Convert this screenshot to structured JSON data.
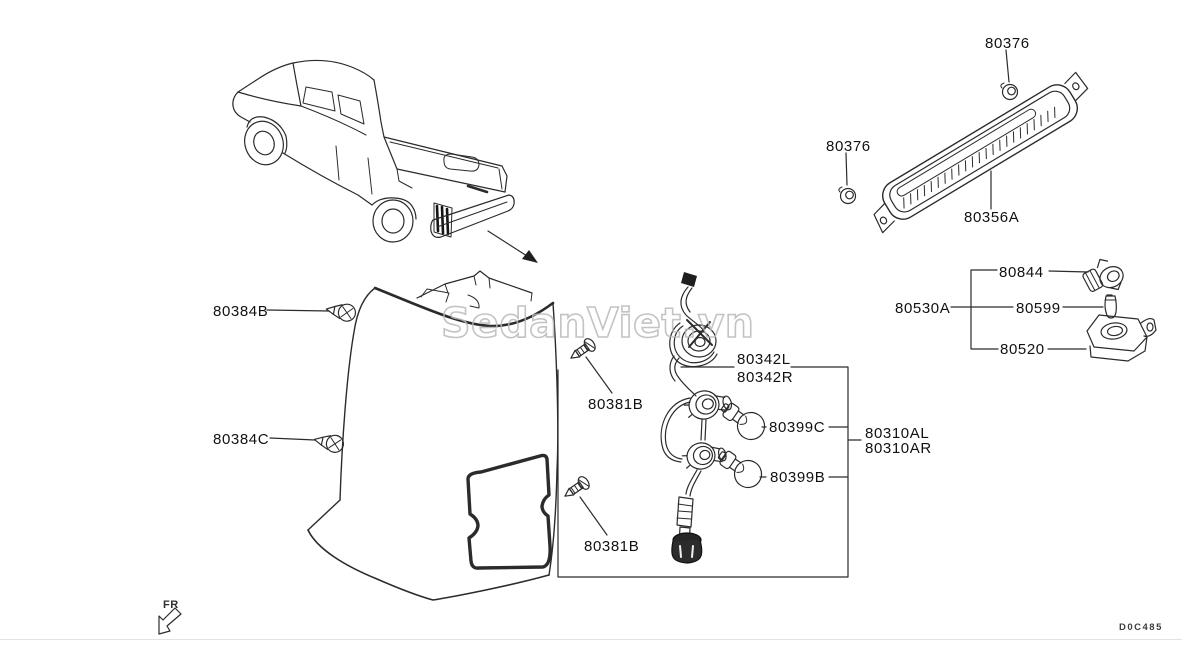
{
  "watermark": "SedanViet.vn",
  "footer": {
    "front_marker": "FR",
    "drawing_code": "D0C485"
  },
  "parts": {
    "grommet_top": "80376",
    "grommet_side": "80376",
    "high_mount_stop_lamp": "80356A",
    "license_socket": "80844",
    "license_assembly": "80530A",
    "license_bulb": "80599",
    "license_lamp": "80520",
    "clip_upper": "80384B",
    "clip_lower": "80384C",
    "screw_upper": "80381B",
    "screw_lower": "80381B",
    "harness_left": "80342L",
    "harness_right": "80342R",
    "bulb_upper": "80399C",
    "bulb_lower": "80399B",
    "tail_lamp_left": "80310AL",
    "tail_lamp_right": "80310AR"
  }
}
